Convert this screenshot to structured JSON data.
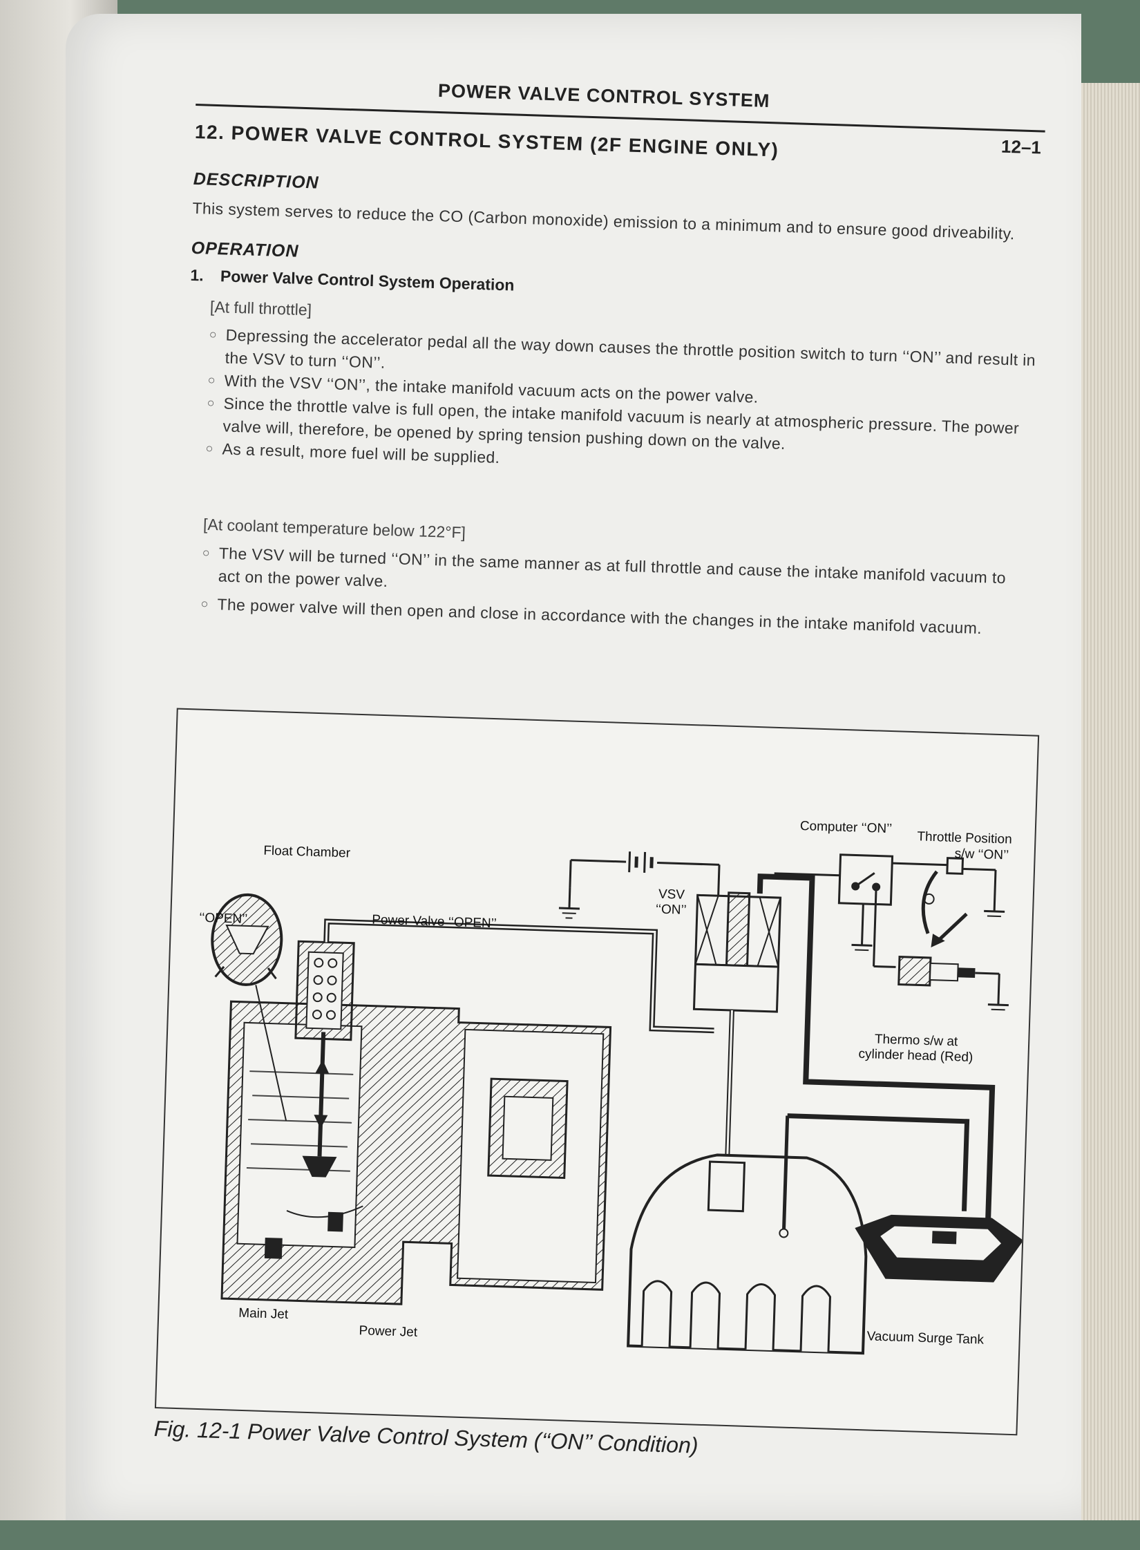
{
  "running_head": "POWER VALVE CONTROL SYSTEM",
  "page_number": "12–1",
  "chapter_title": "12. POWER VALVE CONTROL SYSTEM (2F ENGINE ONLY)",
  "description": {
    "heading": "DESCRIPTION",
    "text": "This system serves to reduce the CO (Carbon monoxide) emission to a minimum and to ensure good driveability."
  },
  "operation": {
    "heading": "OPERATION",
    "item_number": "1.",
    "item_title": "Power Valve Control System Operation",
    "groups": [
      {
        "label": "[At full throttle]",
        "bullets": [
          "Depressing the accelerator pedal all the way down causes the throttle position switch to turn ‘‘ON’’ and result in the VSV to turn ‘‘ON’’.",
          "With the VSV ‘‘ON’’, the intake manifold vacuum acts on the power valve.",
          "Since the throttle valve is full open, the intake manifold vacuum is nearly at atmospheric pressure. The power valve will, therefore, be opened by spring tension pushing down on the valve.",
          "As a result, more fuel will be supplied."
        ]
      },
      {
        "label": "[At coolant temperature below 122°F]",
        "bullets": [
          "The VSV will be turned ‘‘ON’’ in the same manner as at full throttle and cause the intake manifold vacuum to act on the power valve.",
          "The power valve will then open and close in accordance with the changes in the intake manifold vacuum."
        ]
      }
    ],
    "bullet_symbol": "○"
  },
  "figure": {
    "labels": {
      "computer": "Computer ‘‘ON’’",
      "throttle_line1": "Throttle Position",
      "throttle_line2": "s/w ‘‘ON’’",
      "float_chamber": "Float Chamber",
      "vsv_line1": "VSV",
      "vsv_line2": "‘‘ON’’",
      "open": "‘‘OPEN’’",
      "power_valve_open": "Power Valve ‘‘OPEN’’",
      "thermo_line1": "Thermo s/w at",
      "thermo_line2": "cylinder head (Red)",
      "main_jet": "Main Jet",
      "power_jet": "Power Jet",
      "vacuum_tank": "Vacuum Surge Tank"
    },
    "caption": "Fig. 12-1 Power Valve Control System (‘‘ON’’ Condition)"
  }
}
